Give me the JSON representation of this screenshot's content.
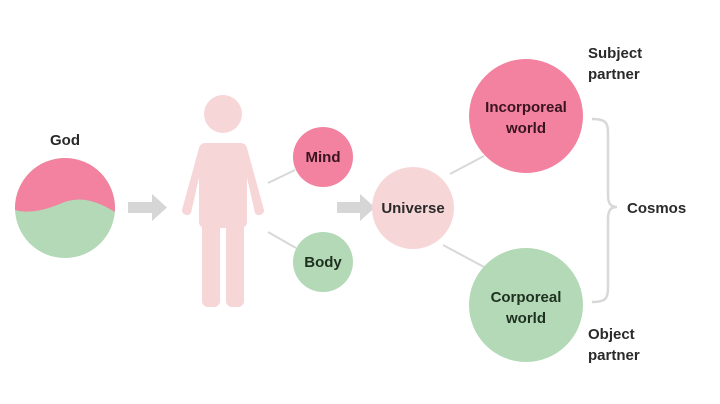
{
  "labels": {
    "god": "God",
    "mind": "Mind",
    "body": "Body",
    "universe": "Universe",
    "incorporeal_line1": "Incorporeal",
    "incorporeal_line2": "world",
    "corporeal_line1": "Corporeal",
    "corporeal_line2": "world",
    "cosmos": "Cosmos",
    "subject_line1": "Subject",
    "subject_line2": "partner",
    "object_line1": "Object",
    "object_line2": "partner"
  },
  "colors": {
    "pink": "#f2829f",
    "green": "#b3d9b6",
    "light_pink": "#f7d6d8",
    "arrow": "#d6d6d6",
    "line": "#d8d8d8"
  }
}
